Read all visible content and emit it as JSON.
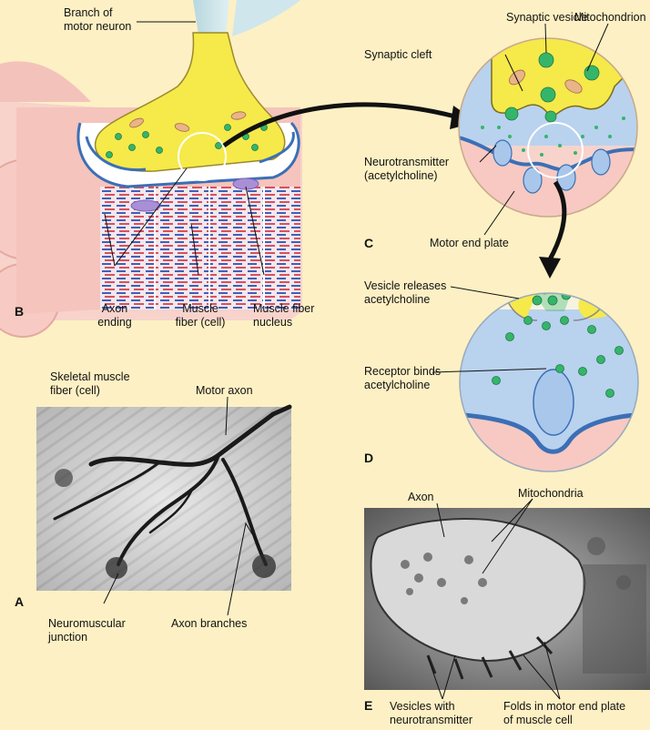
{
  "panels": {
    "a": "A",
    "b": "B",
    "c": "C",
    "d": "D",
    "e": "E"
  },
  "labels": {
    "branch_of_motor_neuron": "Branch of\nmotor neuron",
    "axon_ending": "Axon\nending",
    "muscle_fiber_cell": "Muscle\nfiber (cell)",
    "muscle_fiber_nucleus": "Muscle fiber\nnucleus",
    "synaptic_vesicle": "Synaptic vesicle",
    "mitochondrion": "Mitochondrion",
    "synaptic_cleft": "Synaptic cleft",
    "neurotransmitter": "Neurotransmitter\n(acetylcholine)",
    "motor_end_plate": "Motor end plate",
    "vesicle_releases": "Vesicle releases\nacetylcholine",
    "receptor_binds": "Receptor binds\nacetylcholine",
    "skeletal_muscle_fiber": "Skeletal muscle\nfiber (cell)",
    "motor_axon": "Motor axon",
    "neuromuscular_junction": "Neuromuscular\njunction",
    "axon_branches": "Axon branches",
    "axon": "Axon",
    "mitochondria": "Mitochondria",
    "vesicles_with_neurotransmitter": "Vesicles with\nneurotransmitter",
    "folds_in_motor_end_plate": "Folds in motor end plate\nof muscle cell"
  },
  "colors": {
    "background": "#fdf0c4",
    "neuron_yellow": "#f6e94a",
    "muscle_pink": "#f7c9c2",
    "sarcolemma_blue": "#3b6fb6",
    "cleft_blue": "#b9d2ee",
    "vesicle_green": "#35b56a",
    "mito_tan": "#e9b48a",
    "receptor_blue": "#a9c7ea"
  }
}
